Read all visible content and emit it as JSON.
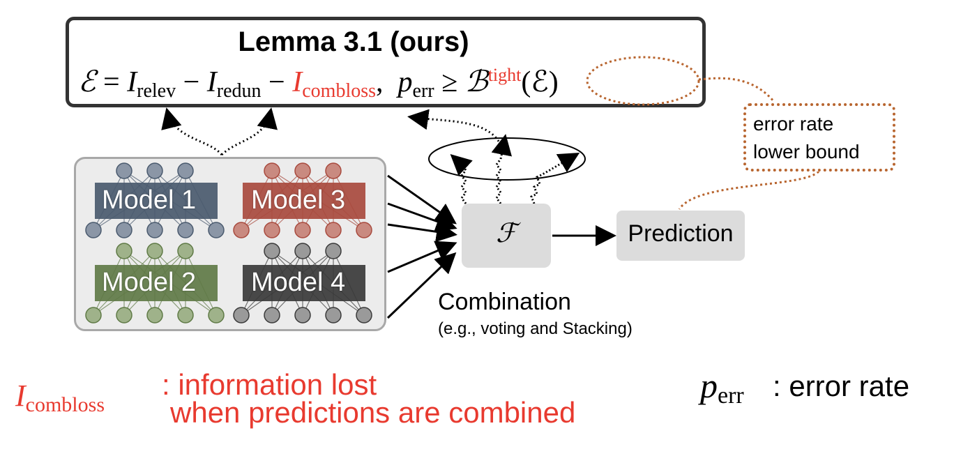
{
  "lemma": {
    "title": "Lemma 3.1 (ours)",
    "eq_E": "ℰ",
    "eq_eq": " = ",
    "eq_I": "I",
    "relev": "relev",
    "minus": " − ",
    "redun": "redun",
    "combloss": "combloss",
    "comma": ",",
    "perr_p": "p",
    "perr_sub": "err",
    "geq": " ≥ ",
    "bound_B": "ℬ",
    "tight": "tight",
    "paren_E": "(ℰ)"
  },
  "models": [
    {
      "label": "Model 1",
      "color": "#4a5a6e"
    },
    {
      "label": "Model 3",
      "color": "#a84a3e"
    },
    {
      "label": "Model 2",
      "color": "#5f7a46"
    },
    {
      "label": "Model 4",
      "color": "#3a3a3a"
    }
  ],
  "combiner": {
    "symbol": "ℱ"
  },
  "prediction": {
    "label": "Prediction"
  },
  "combination": {
    "label": "Combination",
    "sub": "(e.g., voting and Stacking)"
  },
  "error_note": {
    "line1": "error rate",
    "line2": "lower bound"
  },
  "legend": {
    "combloss_I": "I",
    "combloss_sub": "combloss",
    "combloss_line1": ": information lost",
    "combloss_line2": "when predictions are combined",
    "perr_p": "p",
    "perr_sub": "err",
    "perr_text": ": error rate"
  },
  "colors": {
    "accent_red": "#e83a2f",
    "bound_brown": "#b8652f"
  }
}
